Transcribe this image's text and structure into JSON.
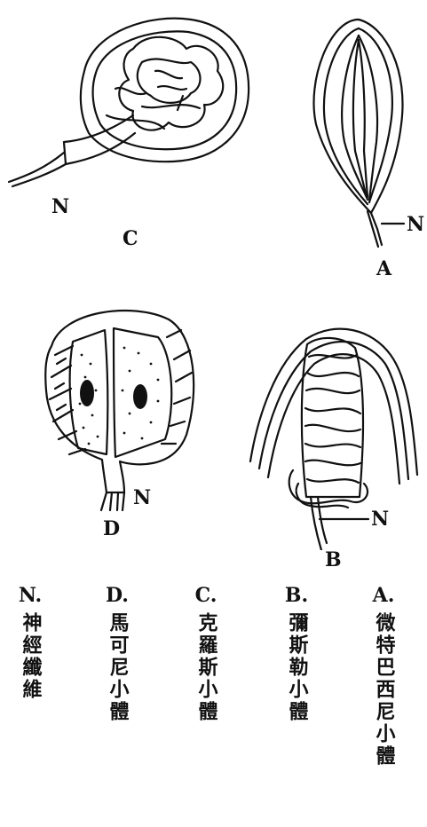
{
  "labels": {
    "nerve": "N",
    "a": "A",
    "b": "B",
    "c": "C",
    "d": "D"
  },
  "legend": [
    {
      "key": "N.",
      "text": "神經纖維"
    },
    {
      "key": "D.",
      "text": "馬可尼小體"
    },
    {
      "key": "C.",
      "text": "克羅斯小體"
    },
    {
      "key": "B.",
      "text": "彌斯勒小體"
    },
    {
      "key": "A.",
      "text": "微特巴西尼小體"
    }
  ]
}
